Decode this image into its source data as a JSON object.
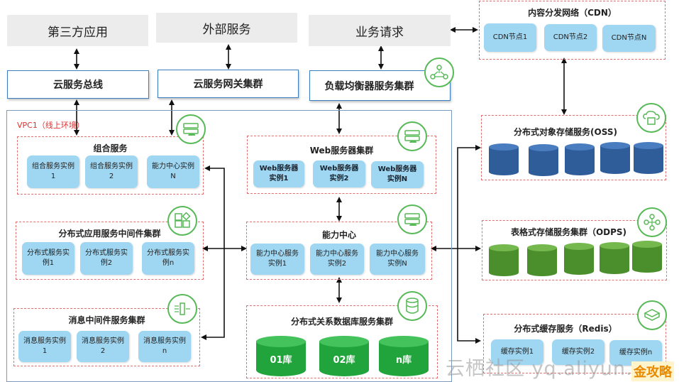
{
  "top": {
    "third_party": "第三方应用",
    "external": "外部服务",
    "business": "业务请求"
  },
  "gateway": {
    "bus": "云服务总线",
    "gateway_cluster": "云服务网关集群",
    "lb_cluster": "负载均衡器服务集群"
  },
  "vpc": {
    "label": "VPC1（线上环境）"
  },
  "combo": {
    "title": "组合服务",
    "items": [
      "组合服务实例1",
      "组合服务实例2",
      "能力中心实例N"
    ]
  },
  "middleware": {
    "title": "分布式应用服务中间件集群",
    "items": [
      "分布式服务实例1",
      "分布式服务实例2",
      "分布式服务实例n"
    ]
  },
  "msg": {
    "title": "消息中间件服务集群",
    "items": [
      "消息服务实例1",
      "消息服务实例2",
      "消息服务实例n"
    ]
  },
  "web": {
    "title": "Web服务器集群",
    "items": [
      "Web服务器实例1",
      "Web服务器实例2",
      "Web服务器实例N"
    ]
  },
  "capability": {
    "title": "能力中心",
    "items": [
      "能力中心服务实例1",
      "能力中心服务实例2",
      "能力中心服务实例N"
    ]
  },
  "rdb": {
    "title": "分布式关系数据库服务集群",
    "items": [
      "01库",
      "02库",
      "n库"
    ]
  },
  "cdn": {
    "title": "内容分发网络（CDN）",
    "items": [
      "CDN节点1",
      "CDN节点2",
      "CDN节点N"
    ]
  },
  "oss": {
    "title": "分布式对象存储服务(OSS)"
  },
  "odps": {
    "title": "表格式存储服务集群（ODPS)"
  },
  "redis": {
    "title": "分布式缓存服务（Redis）",
    "items": [
      "缓存实例1",
      "缓存实例2",
      "缓存实例n"
    ]
  },
  "watermark": {
    "text": "云栖社区 yq.aliyun.com",
    "brand": "金攻略"
  },
  "colors": {
    "chip": "#9fd6f1",
    "oss": "#2f5d9a",
    "green": "#4a8f2c",
    "db_green": "#22a43c",
    "dash": "#e07070",
    "arrow": "#111111"
  }
}
